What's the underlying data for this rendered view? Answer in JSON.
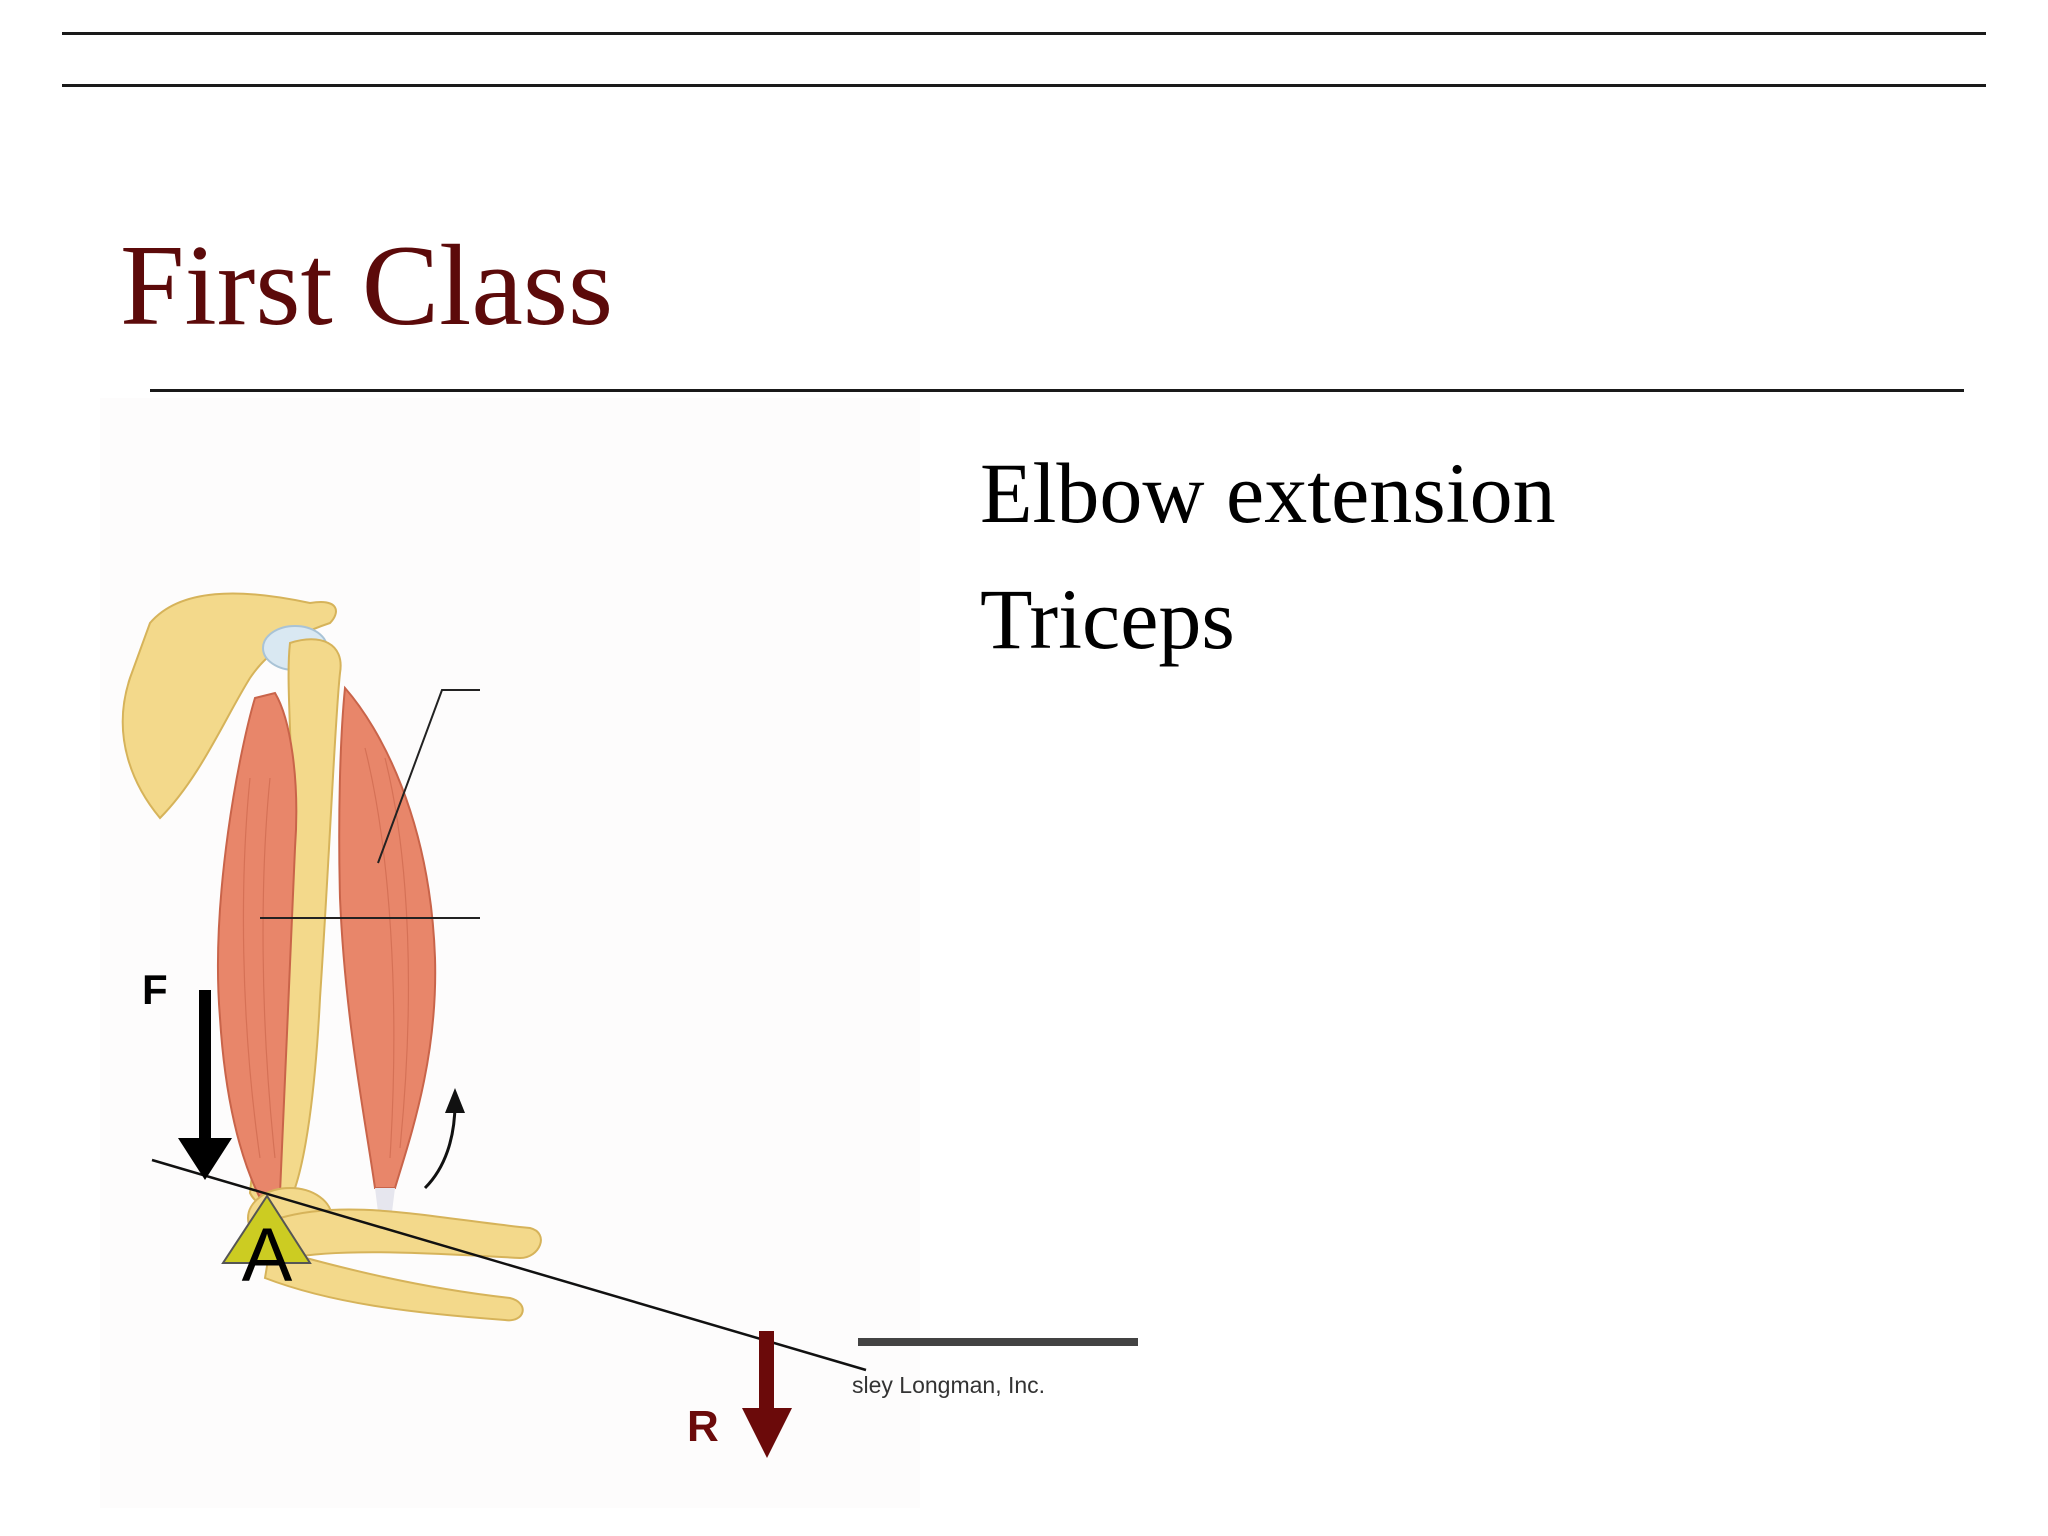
{
  "slide": {
    "title": "First Class",
    "bullets": [
      "Elbow extension",
      "Triceps"
    ]
  },
  "figure": {
    "force_label": "F",
    "axis_label": "A",
    "resistance_label": "R",
    "credit_text": "sley Longman, Inc.",
    "colors": {
      "title": "#5c0a0a",
      "resistance_arrow": "#6b0a0a",
      "fulcrum": "#cccc22",
      "bone": "#f3d98b",
      "muscle": "#e8866a"
    }
  }
}
